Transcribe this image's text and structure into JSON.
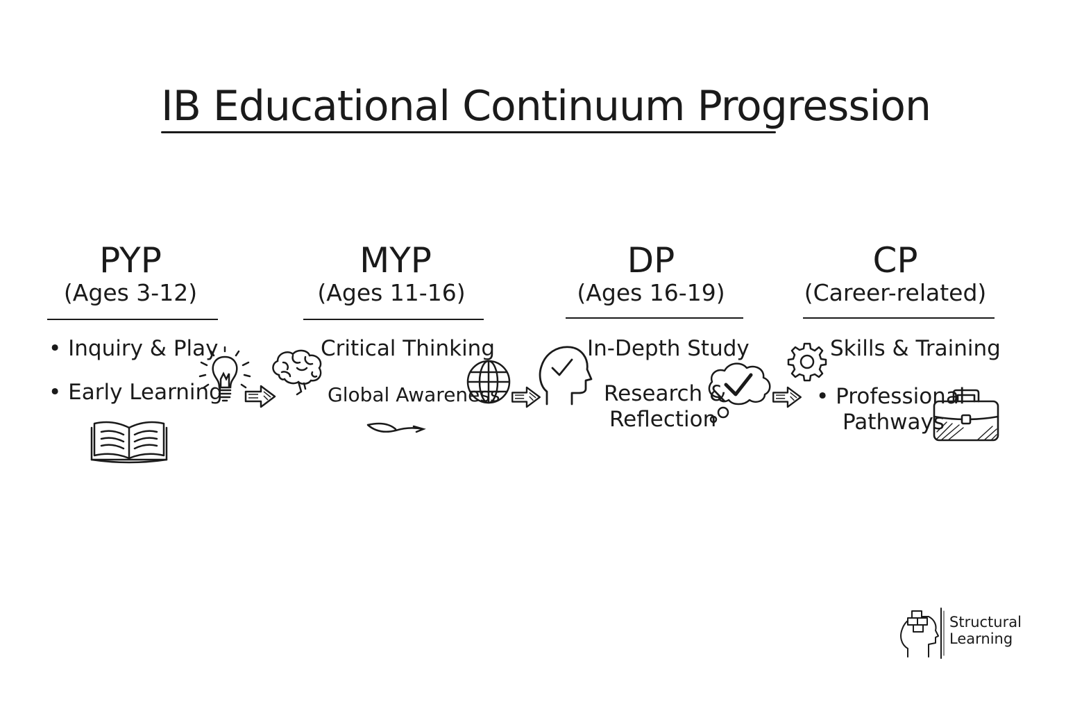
{
  "title": "IB Educational Continuum Progression",
  "stages": [
    {
      "name": "PYP",
      "ages": "(Ages 3-12)",
      "items": [
        "• Inquiry & Play",
        "• Early Learning"
      ]
    },
    {
      "name": "MYP",
      "ages": "(Ages 11-16)",
      "items": [
        "Critical Thinking",
        "Global Awareness"
      ]
    },
    {
      "name": "DP",
      "ages": "(Ages 16-19)",
      "items": [
        "In-Depth Study",
        "Research &",
        "Reflection"
      ]
    },
    {
      "name": "CP",
      "ages": "(Career-related)",
      "items": [
        "Skills & Training",
        "• Professional",
        "Pathways"
      ]
    }
  ],
  "icons": [
    "open-book-icon",
    "lightbulb-icon",
    "brain-icon",
    "globe-icon",
    "head-checkmark-icon",
    "thought-bubble-check-icon",
    "gear-icon",
    "briefcase-icon",
    "arrow-icon"
  ],
  "brand": {
    "line1": "Structural",
    "line2": "Learning"
  },
  "colors": {
    "ink": "#1a1a1a",
    "background": "#ffffff"
  }
}
